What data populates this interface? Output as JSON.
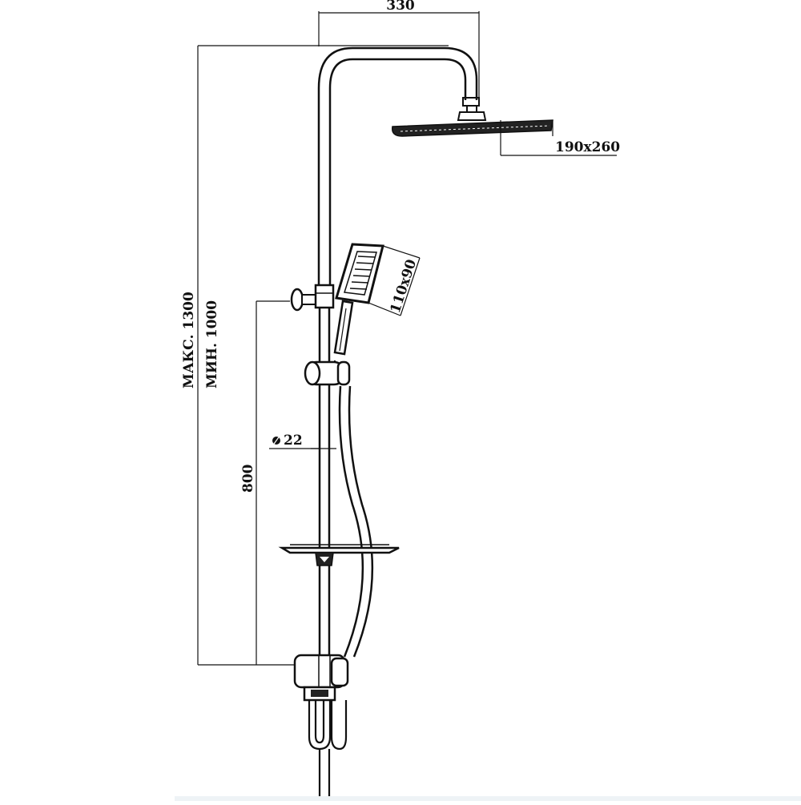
{
  "dimensions": {
    "top_width": "330",
    "head_size": "190x260",
    "hand_size": "110x90",
    "height_max": "МАКС. 1300",
    "height_min": "МИН. 1000",
    "diameter": "22",
    "bar_length": "800"
  },
  "colors": {
    "line": "#111111",
    "background": "#ffffff",
    "bottom_strip": "#eef3f6"
  }
}
